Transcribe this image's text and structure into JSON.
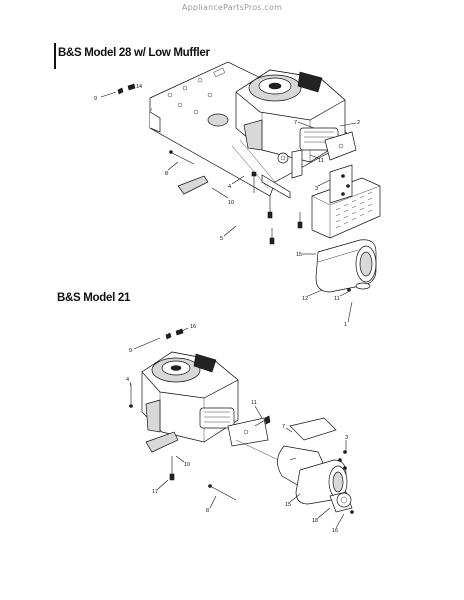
{
  "watermark": "AppliancePartsPros.com",
  "sections": [
    {
      "title": "B&S Model 28 w/ Low Muffler",
      "callouts": [
        "14",
        "9",
        "2",
        "7",
        "11",
        "3",
        "8",
        "4",
        "10",
        "5",
        "15",
        "12",
        "11",
        "1"
      ]
    },
    {
      "title": "B&S Model 21",
      "callouts": [
        "16",
        "9",
        "4",
        "11",
        "7",
        "3",
        "10",
        "17",
        "8",
        "15",
        "18",
        "16"
      ]
    }
  ],
  "icons": {
    "engine": "engine-icon",
    "muffler": "muffler-icon",
    "heat_shield": "heat-shield-icon",
    "bolt": "bolt-icon",
    "bracket": "bracket-icon",
    "frame": "frame-icon"
  }
}
